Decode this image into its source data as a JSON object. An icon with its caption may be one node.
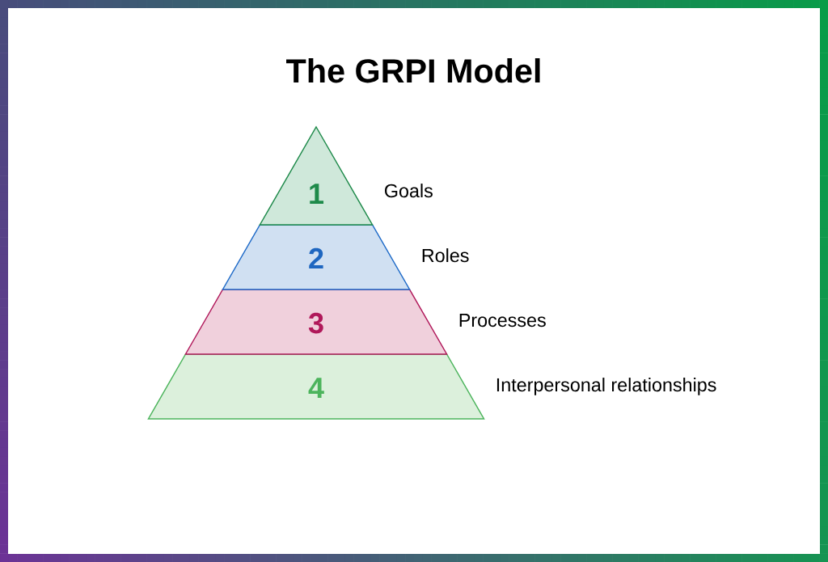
{
  "diagram": {
    "title": "The GRPI Model",
    "nodes": [
      {
        "text": [
          "1"
        ],
        "beside": [
          "Goals"
        ]
      },
      {
        "text": [
          "2"
        ],
        "beside": [
          "Roles"
        ]
      },
      {
        "text": [
          "3"
        ],
        "beside": [
          "Processes"
        ]
      },
      {
        "text": [
          "4"
        ],
        "beside": [
          "Interpersonal relationships"
        ]
      }
    ]
  }
}
